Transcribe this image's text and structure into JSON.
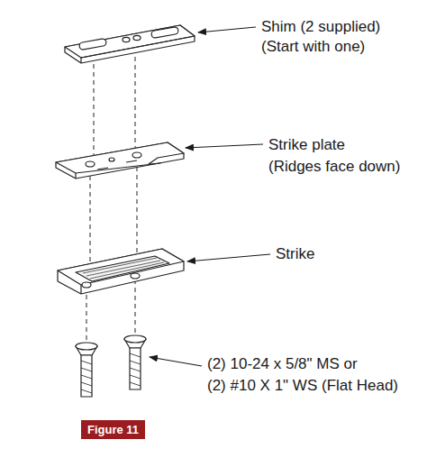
{
  "diagram": {
    "caption": "Figure 11",
    "labels": [
      "Shim (2 supplied)",
      "(Start with one)",
      "Strike plate",
      "(Ridges face down)",
      "Strike",
      "(2) 10-24 x 5/8\" MS or",
      "(2) #10 X 1\" WS (Flat Head)"
    ]
  }
}
